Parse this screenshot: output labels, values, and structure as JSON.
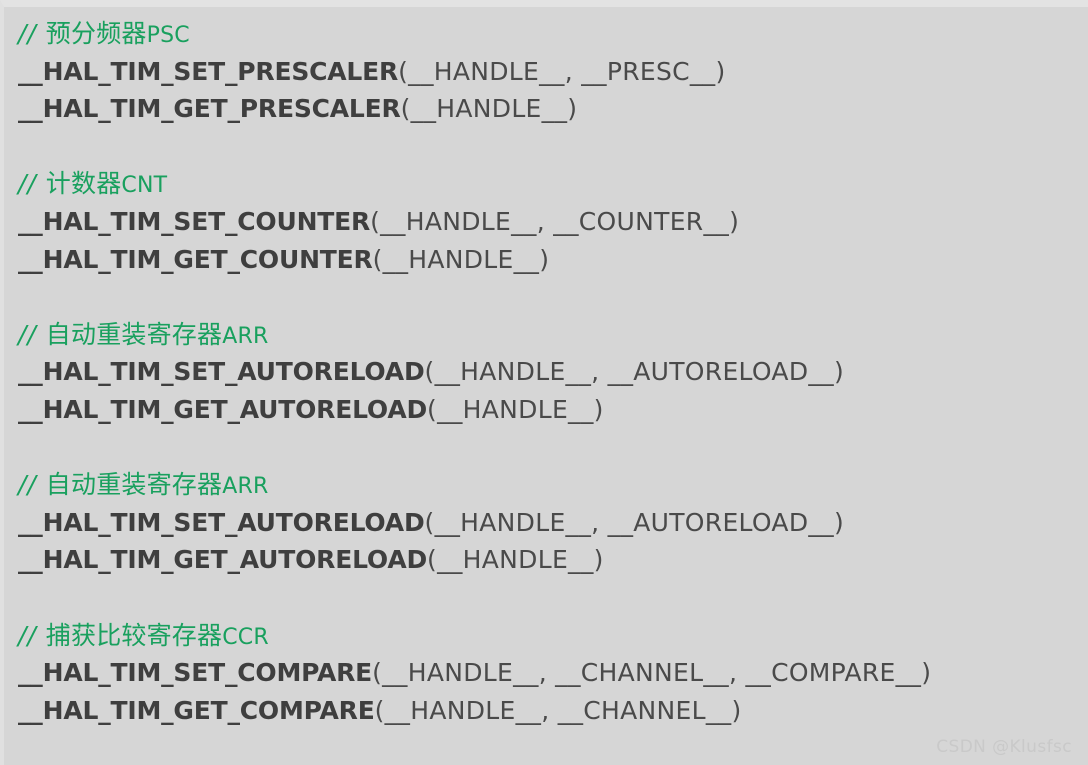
{
  "code_block": {
    "language_hint": "c",
    "background_color": "#d6d6d6",
    "comment_color": "#19a05e",
    "code_color": "#3f3f3f",
    "blocks": [
      {
        "comment": {
          "slashes": "// ",
          "cjk": "预分频器",
          "tag": "PSC"
        },
        "lines": [
          {
            "name": "__HAL_TIM_SET_PRESCALER",
            "args": "(__HANDLE__, __PRESC__)"
          },
          {
            "name": "__HAL_TIM_GET_PRESCALER",
            "args": "(__HANDLE__)"
          }
        ]
      },
      {
        "comment": {
          "slashes": "// ",
          "cjk": "计数器",
          "tag": "CNT"
        },
        "lines": [
          {
            "name": "__HAL_TIM_SET_COUNTER",
            "args": "(__HANDLE__, __COUNTER__)"
          },
          {
            "name": "__HAL_TIM_GET_COUNTER",
            "args": "(__HANDLE__)"
          }
        ]
      },
      {
        "comment": {
          "slashes": "// ",
          "cjk": "自动重装寄存器",
          "tag": "ARR"
        },
        "lines": [
          {
            "name": "__HAL_TIM_SET_AUTORELOAD",
            "args": "(__HANDLE__, __AUTORELOAD__)"
          },
          {
            "name": "__HAL_TIM_GET_AUTORELOAD",
            "args": "(__HANDLE__)"
          }
        ]
      },
      {
        "comment": {
          "slashes": "// ",
          "cjk": "自动重装寄存器",
          "tag": "ARR"
        },
        "lines": [
          {
            "name": "__HAL_TIM_SET_AUTORELOAD",
            "args": "(__HANDLE__, __AUTORELOAD__)"
          },
          {
            "name": "__HAL_TIM_GET_AUTORELOAD",
            "args": "(__HANDLE__)"
          }
        ]
      },
      {
        "comment": {
          "slashes": "// ",
          "cjk": "捕获比较寄存器",
          "tag": "CCR"
        },
        "lines": [
          {
            "name": "__HAL_TIM_SET_COMPARE",
            "args": "(__HANDLE__, __CHANNEL__, __COMPARE__)"
          },
          {
            "name": "__HAL_TIM_GET_COMPARE",
            "args": "(__HANDLE__, __CHANNEL__)"
          }
        ]
      }
    ]
  },
  "watermark": {
    "text": "CSDN @Klusfsc"
  }
}
